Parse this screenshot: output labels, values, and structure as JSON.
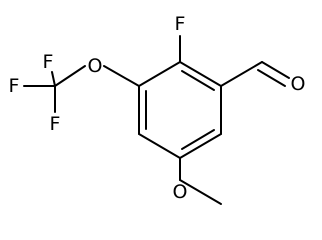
{
  "atoms": [
    {
      "id": "F1",
      "label": "F"
    },
    {
      "id": "F2",
      "label": "F"
    },
    {
      "id": "F3",
      "label": "F"
    },
    {
      "id": "F4",
      "label": "F"
    },
    {
      "id": "O1",
      "label": "O"
    },
    {
      "id": "O2",
      "label": "O"
    },
    {
      "id": "O3",
      "label": "O"
    }
  ],
  "colors": {
    "bond": "#000000",
    "label": "#000000",
    "background": "#ffffff"
  }
}
